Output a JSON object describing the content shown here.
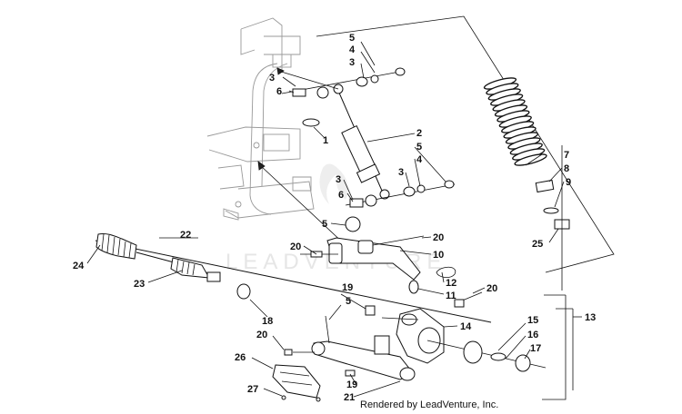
{
  "footer": "Rendered by LeadVenture, Inc.",
  "watermark": "LEADVENTURE",
  "callouts": [
    "5",
    "4",
    "3",
    "3",
    "6",
    "1",
    "2",
    "5",
    "4",
    "3",
    "3",
    "6",
    "7",
    "8",
    "9",
    "25",
    "5",
    "20",
    "20",
    "10",
    "12",
    "11",
    "22",
    "24",
    "23",
    "19",
    "20",
    "18",
    "5",
    "14",
    "13",
    "15",
    "16",
    "17",
    "20",
    "26",
    "27",
    "19",
    "21"
  ]
}
